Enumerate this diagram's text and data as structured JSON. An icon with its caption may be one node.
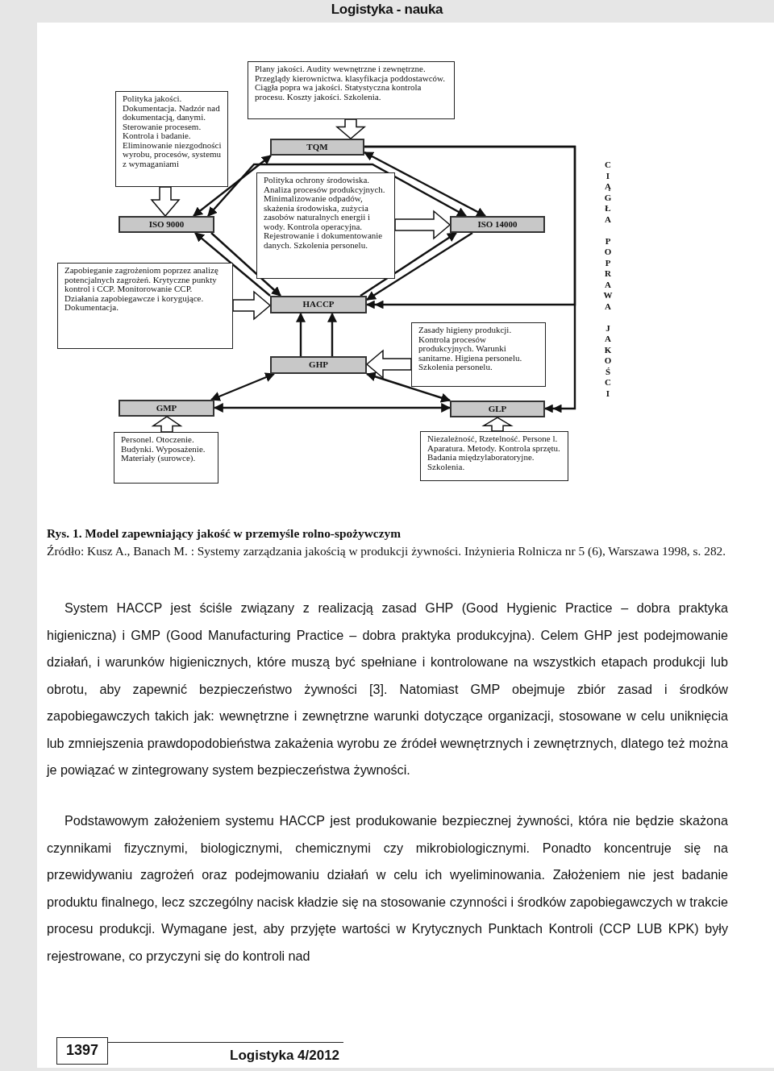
{
  "diagram": {
    "caption": "Rys. 1. Model zapewniający jakość w przemyśle rolno-spożywczym",
    "nodes": [
      {
        "text": [
          "Polityka jakości. Dokumentacja. Nadzór nad dokumentacją, danymi. Sterowanie procesem. Kontrola i badanie. Eliminowanie niezgodności wyrobu, procesów, systemu z wymaganiami"
        ]
      },
      {
        "text": [
          "Plany jakości. Audity wewnętrzne i zewnętrzne. Przeglądy kierownictwa. klasyfikacja poddostawców. Ciągła popra wa jakości. Statystyczna kontrola procesu. Koszty jakości. Szkolenia."
        ]
      },
      {
        "text": [
          "TQM"
        ]
      },
      {
        "text": [
          "ISO 9000"
        ]
      },
      {
        "text": [
          "Polityka ochrony środowiska. Analiza procesów produkcyjnych. Minimalizowanie odpadów, skażenia środowiska, zużycia zasobów naturalnych energii i wody. Kontrola operacyjna. Rejestrowanie i dokumentowanie danych. Szkolenia personelu."
        ]
      },
      {
        "text": [
          "ISO 14000"
        ]
      },
      {
        "text": [
          "Zapobieganie zagrożeniom poprzez analizę potencjalnych zagrożeń. Krytyczne punkty kontrol i CCP. Monitorowanie CCP. Działania zapobiegawcze i korygujące. Dokumentacja."
        ]
      },
      {
        "text": [
          "HACCP"
        ]
      },
      {
        "text": [
          "GHP"
        ]
      },
      {
        "text": [
          "Zasady higieny produkcji. Kontrola procesów produkcyjnych. Warunki sanitarne. Higiena personelu. Szkolenia personelu."
        ]
      },
      {
        "text": [
          "GMP"
        ]
      },
      {
        "text": [
          "GLP"
        ]
      },
      {
        "text": [
          "Personel. Otoczenie. Budynki. Wyposażenie. Materiały (surowce)."
        ]
      },
      {
        "text": [
          "Niezależność, Rzetelność. Persone l. Aparatura. Metody. Kontrola sprzętu. Badania międzylaboratoryjne. Szkolenia."
        ]
      }
    ],
    "edges": [
      {
        "from": 1,
        "to": 2,
        "arrow": "to",
        "style": "thick"
      },
      {
        "from": 0,
        "to": 3,
        "arrow": "to",
        "style": "thick"
      },
      {
        "from": 4,
        "to": 5,
        "arrow": "to",
        "style": "thick"
      },
      {
        "from": 6,
        "to": 7,
        "arrow": "to",
        "style": "thick"
      },
      {
        "from": 9,
        "to": 8,
        "arrow": "to",
        "style": "thick"
      },
      {
        "from": 12,
        "to": 10,
        "arrow": "to",
        "style": "thick"
      },
      {
        "from": 13,
        "to": 11,
        "arrow": "to",
        "style": "thick"
      },
      {
        "from": 3,
        "to": 2,
        "arrow": "both"
      },
      {
        "from": 3,
        "to": 5,
        "arrow": "both"
      },
      {
        "from": 2,
        "to": 5,
        "arrow": "both"
      },
      {
        "from": 2,
        "to": 7,
        "arrow": "to"
      },
      {
        "from": 2,
        "to": 11,
        "arrow": "to"
      },
      {
        "from": 7,
        "to": 3,
        "arrow": "to"
      },
      {
        "from": 3,
        "to": 7,
        "arrow": "to"
      },
      {
        "from": 7,
        "to": 5,
        "arrow": "to"
      },
      {
        "from": 5,
        "to": 7,
        "arrow": "to"
      },
      {
        "from": 8,
        "to": 7,
        "arrow": "to"
      },
      {
        "from": 8,
        "to": 7,
        "arrow": "to"
      },
      {
        "from": 8,
        "to": 10,
        "arrow": "both"
      },
      {
        "from": 10,
        "to": 11,
        "arrow": "both"
      },
      {
        "from": 8,
        "to": 11,
        "arrow": "both"
      }
    ],
    "labels": [
      "Logistyka - nauka",
      "CIĄGŁA POPRAWA JAKOŚCI",
      "Źródło: Kusz A., Banach M. : Systemy zarządzania jakością w produkcji żywności. Inżynieria Rolnicza nr 5 (6), Warszawa 1998, s. 282.",
      "System HACCP jest ściśle związany z realizacją zasad GHP (Good Hygienic Practice – dobra praktyka higieniczna) i GMP (Good Manufacturing Practice – dobra praktyka produkcyjna). Celem GHP jest podejmowanie działań, i warunków higienicznych, które muszą być spełniane i kontrolowane na wszystkich etapach produkcji lub obrotu, aby zapewnić bezpieczeństwo żywności [3]. Natomiast GMP obejmuje zbiór zasad i środków zapobiegawczych takich jak: wewnętrzne i zewnętrzne warunki dotyczące organizacji, stosowane w celu uniknięcia lub zmniejszenia prawdopodobieństwa zakażenia wyrobu ze źródeł wewnętrznych i zewnętrznych, dlatego też można je powiązać w zintegrowany system bezpieczeństwa żywności.",
      "Podstawowym założeniem systemu HACCP jest produkowanie bezpiecznej żywności, która nie będzie skażona czynnikami fizycznymi, biologicznymi, chemicznymi czy mikrobiologicznymi. Ponadto koncentruje się na przewidywaniu zagrożeń oraz podejmowaniu działań w celu ich wyeliminowania. Założeniem nie jest badanie produktu finalnego, lecz szczególny nacisk kładzie się na stosowanie czynności i środków zapobiegawczych w trakcie procesu produkcji. Wymagane jest, aby przyjęte wartości w Krytycznych Punktach Kontroli (CCP LUB KPK) były rejestrowane, co przyczyni się do kontroli nad",
      "1397",
      "Logistyka 4/2012"
    ]
  }
}
